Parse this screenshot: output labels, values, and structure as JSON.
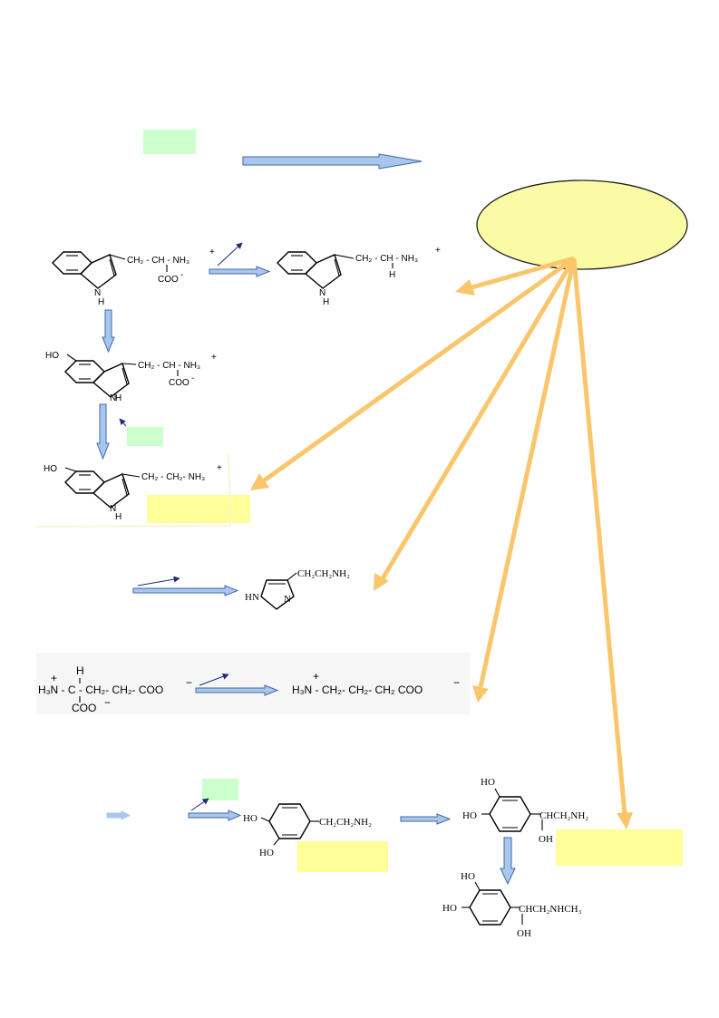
{
  "molecules": {
    "tryptophan": {
      "chain": "CH₂ - CH - NH₃",
      "charge": "+",
      "carboxyl": "COO",
      "carboxyl_charge": "-",
      "nh": "N",
      "h": "H"
    },
    "tryptamine": {
      "chain": "CH₂ - CH - NH₃",
      "charge": "+",
      "sub": "H",
      "nh": "N",
      "h": "H"
    },
    "hydroxytryptophan": {
      "ho": "HO",
      "chain": "CH₂ - CH - NH₃",
      "charge": "+",
      "carboxyl": "COO",
      "carboxyl_charge": "-",
      "nh": "N",
      "h": "H"
    },
    "serotonin": {
      "ho": "HO",
      "chain": "CH₂ - CH₂- NH₃",
      "charge": "+",
      "nh": "N",
      "h": "H"
    },
    "histamine": {
      "chain": "CH₂CH₂NH₂",
      "hn": "HN",
      "n": "N"
    },
    "glutamate": {
      "h": "H",
      "plus": "+",
      "h3n": "H₃N - C - CH₂- CH₂- COO",
      "minus": "−",
      "coo": "COO",
      "coo_minus": "−"
    },
    "gaba": {
      "plus": "+",
      "formula": "H₃N - CH₂- CH₂- CH₂ COO",
      "minus": "−"
    },
    "dopamine": {
      "ho_top": "HO",
      "ho_bottom": "HO",
      "chain": "CH₂CH₂NH₂"
    },
    "norepinephrine": {
      "ho_top": "HO",
      "ho_left": "HO",
      "chain": "CHCH₂NH₂",
      "oh": "OH"
    },
    "epinephrine": {
      "ho_top": "HO",
      "ho_left": "HO",
      "chain": "CHCH₂NHCH₃",
      "oh": "OH"
    }
  },
  "colors": {
    "block_arrow_fill": "#a9c6ec",
    "block_arrow_stroke": "#3e6aa8",
    "hub_fill": "#fbfba6",
    "hub_stroke": "#222222",
    "orange_arrow": "#f9c66c",
    "green_box": "#ccffcc",
    "yellow_box": "#ffff99",
    "pointer_arrow": "#1f2a7a"
  }
}
